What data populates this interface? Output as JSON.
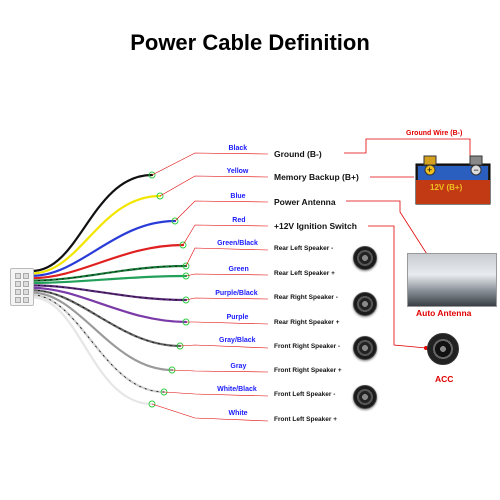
{
  "title": "Power Cable Definition",
  "wires": [
    {
      "color_name": "Black",
      "hex": "#111111"
    },
    {
      "color_name": "Yellow",
      "hex": "#f2e600"
    },
    {
      "color_name": "Blue",
      "hex": "#2a3cd8"
    },
    {
      "color_name": "Red",
      "hex": "#e02020"
    },
    {
      "color_name": "Green/Black",
      "hex": "#1a7a3a"
    },
    {
      "color_name": "Green",
      "hex": "#22a05a"
    },
    {
      "color_name": "Purple/Black",
      "hex": "#5a2a7a"
    },
    {
      "color_name": "Purple",
      "hex": "#7a3aa8"
    },
    {
      "color_name": "Gray/Black",
      "hex": "#666666"
    },
    {
      "color_name": "Gray",
      "hex": "#9a9a9a"
    },
    {
      "color_name": "White/Black",
      "hex": "#cfcfcf"
    },
    {
      "color_name": "White",
      "hex": "#e6e6e6"
    }
  ],
  "functions": [
    "Ground (B-)",
    "Memory Backup (B+)",
    "Power Antenna",
    "+12V Ignition Switch",
    "Rear Left Speaker -",
    "Rear Left Speaker +",
    "Rear Right Speaker -",
    "Rear Right Speaker +",
    "Front Right Speaker -",
    "Front Right Speaker +",
    "Front Left Speaker -",
    "Front Left Speaker +"
  ],
  "callouts": {
    "ground_wire": "Ground Wire (B-)",
    "battery_text": "12V (B+)",
    "auto_antenna": "Auto Antenna",
    "acc": "ACC"
  },
  "colors": {
    "label_blue": "#1a1aff",
    "callout_red": "#e00000"
  }
}
